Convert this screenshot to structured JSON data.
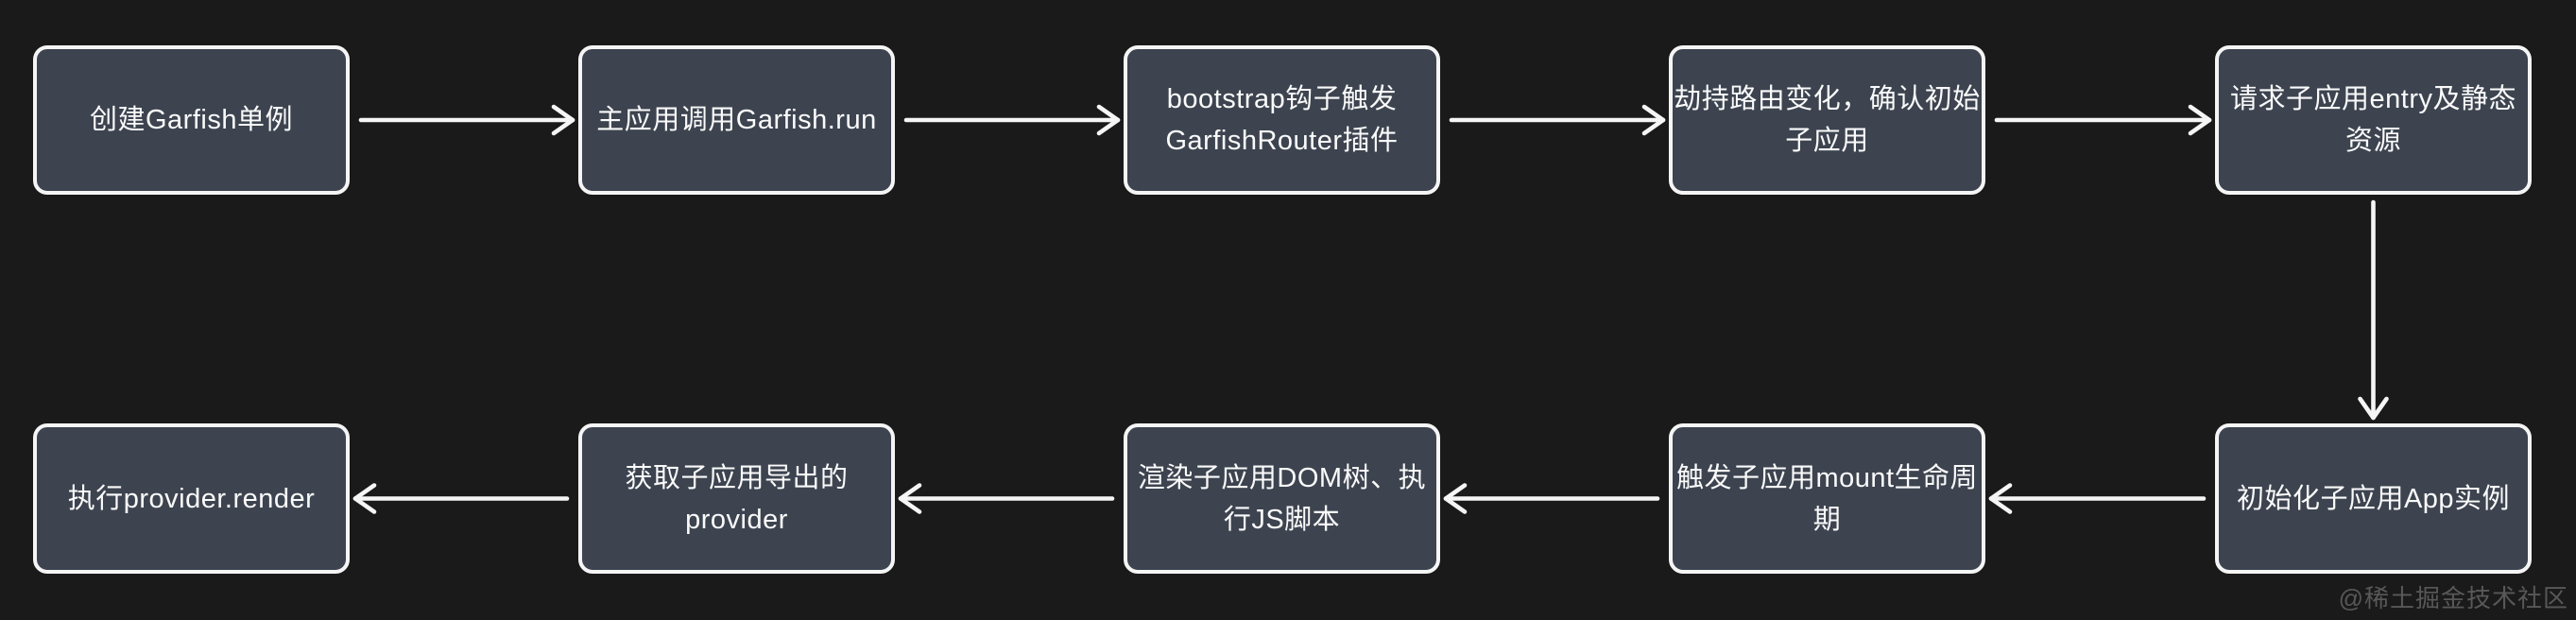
{
  "diagram": {
    "nodes": [
      {
        "id": "create-garfish-singleton",
        "label": "创建Garfish单例"
      },
      {
        "id": "main-app-calls-garfish-run",
        "label": "主应用调用Garfish.run"
      },
      {
        "id": "bootstrap-hook-triggers-router-plugin",
        "label": "bootstrap钩子触发\nGarfishRouter插件"
      },
      {
        "id": "hijack-route-change-confirm-initial-child-app",
        "label": "劫持路由变化，确认初始\n子应用"
      },
      {
        "id": "request-child-app-entry-and-static-assets",
        "label": "请求子应用entry及静态\n资源"
      },
      {
        "id": "init-child-app-instance",
        "label": "初始化子应用App实例"
      },
      {
        "id": "trigger-child-app-mount-lifecycle",
        "label": "触发子应用mount生命周\n期"
      },
      {
        "id": "render-child-app-dom-tree-exec-js",
        "label": "渲染子应用DOM树、执\n行JS脚本"
      },
      {
        "id": "get-child-app-exported-provider",
        "label": "获取子应用导出的\nprovider"
      },
      {
        "id": "exec-provider-render",
        "label": "执行provider.render"
      }
    ],
    "edges": [
      {
        "from": "create-garfish-singleton",
        "to": "main-app-calls-garfish-run"
      },
      {
        "from": "main-app-calls-garfish-run",
        "to": "bootstrap-hook-triggers-router-plugin"
      },
      {
        "from": "bootstrap-hook-triggers-router-plugin",
        "to": "hijack-route-change-confirm-initial-child-app"
      },
      {
        "from": "hijack-route-change-confirm-initial-child-app",
        "to": "request-child-app-entry-and-static-assets"
      },
      {
        "from": "request-child-app-entry-and-static-assets",
        "to": "init-child-app-instance"
      },
      {
        "from": "init-child-app-instance",
        "to": "trigger-child-app-mount-lifecycle"
      },
      {
        "from": "trigger-child-app-mount-lifecycle",
        "to": "render-child-app-dom-tree-exec-js"
      },
      {
        "from": "render-child-app-dom-tree-exec-js",
        "to": "get-child-app-exported-provider"
      },
      {
        "from": "get-child-app-exported-provider",
        "to": "exec-provider-render"
      }
    ]
  },
  "colors": {
    "background": "#1a1a1a",
    "node_fill": "#3d4450",
    "node_border": "#f5f5f5",
    "node_text": "#fafafa",
    "arrow": "#f5f5f5",
    "watermark": "#585858"
  },
  "watermark": {
    "text": "@稀土掘金技术社区"
  }
}
